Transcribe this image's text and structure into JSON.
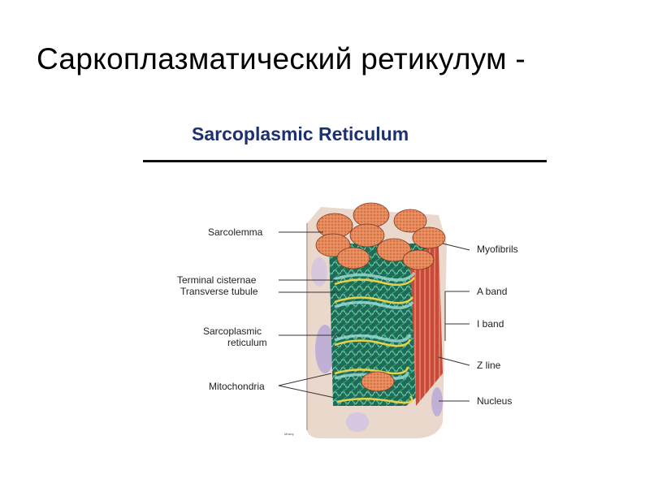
{
  "slide": {
    "title": "Саркоплазматический ретикулум -"
  },
  "figure": {
    "title": "Sarcoplasmic Reticulum",
    "labels": {
      "sarcolemma": "Sarcolemma",
      "terminal_cisternae": "Terminal cisternae",
      "transverse_tubule": "Transverse tubule",
      "sarcoplasmic_reticulum_1": "Sarcoplasmic",
      "sarcoplasmic_reticulum_2": "reticulum",
      "mitochondria": "Mitochondria",
      "myofibrils": "Myofibrils",
      "a_band": "A band",
      "i_band": "I band",
      "z_line": "Z line",
      "nucleus": "Nucleus"
    },
    "credit": "Mosby",
    "colors": {
      "myofibril": "#e8895a",
      "sarcolemma": "#ead8cc",
      "reticulum": "#2f8f6f",
      "tubule": "#e9d24a",
      "band_red": "#c84a3a",
      "nucleus": "#b7a6d8"
    }
  }
}
